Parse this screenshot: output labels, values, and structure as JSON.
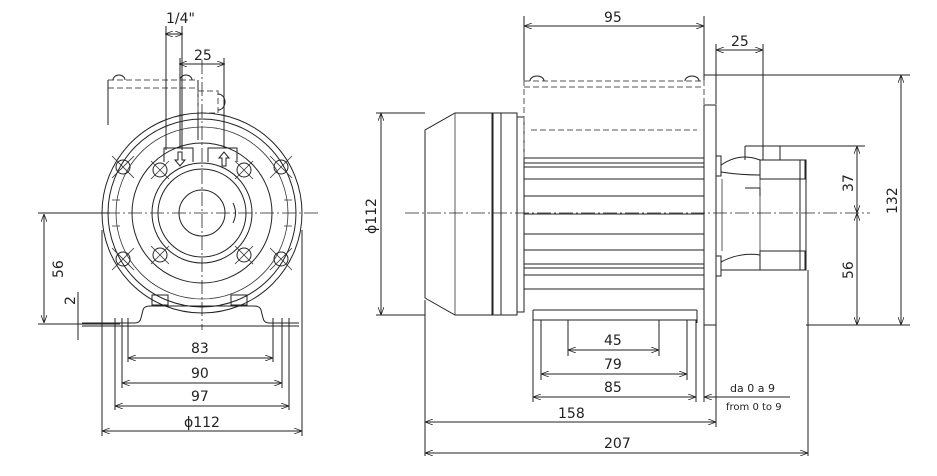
{
  "drawing": {
    "type": "technical dimension drawing",
    "views": [
      "front-view",
      "side-view"
    ],
    "units": "mm"
  },
  "front_view": {
    "dims": {
      "pipe_thread": "1/4\"",
      "top_offset": "25",
      "shaft_height": "56",
      "foot_thickness": "2",
      "foot_holes_inner": "83",
      "foot_holes_outer": "90",
      "foot_width": "97",
      "diameter": "ϕ112"
    }
  },
  "side_view": {
    "dims": {
      "body_length": "95",
      "pump_offset": "25",
      "diameter": "ϕ112",
      "upper_height": "37",
      "lower_height": "56",
      "total_height": "132",
      "foot_inner": "45",
      "foot_mid": "79",
      "foot_outer": "85",
      "shaft_length": "158",
      "total_length": "207"
    },
    "note_it": "da 0 a 9",
    "note_en": "from 0 to 9"
  }
}
